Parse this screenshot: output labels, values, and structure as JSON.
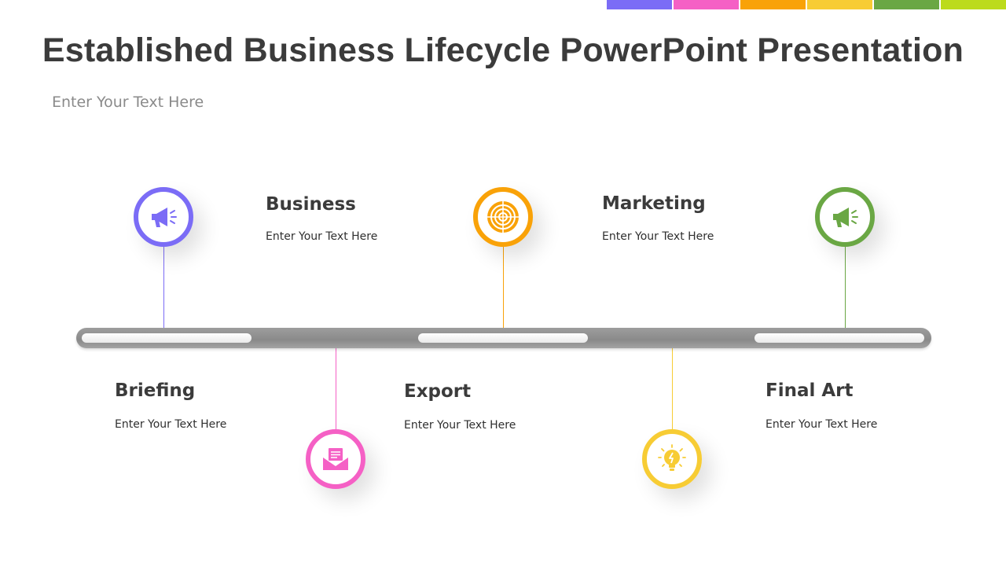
{
  "slide": {
    "title": "Established Business Lifecycle PowerPoint Presentation",
    "subtitle": "Enter Your Text Here"
  },
  "color_bar": [
    "#7b6cf6",
    "#f560c5",
    "#f9a208",
    "#f7cc34",
    "#6aa744",
    "#bcdb1c"
  ],
  "stages": [
    {
      "heading": "Briefing",
      "text": "Enter Your Text Here",
      "color": "#7b6cf6",
      "icon": "megaphone-icon"
    },
    {
      "heading": "Business",
      "text": "Enter Your Text Here",
      "color": "#f560c5",
      "icon": "envelope-icon"
    },
    {
      "heading": "Export",
      "text": "Enter Your Text Here",
      "color": "#f9a208",
      "icon": "target-icon"
    },
    {
      "heading": "Marketing",
      "text": "Enter Your Text Here",
      "color": "#f7cc34",
      "icon": "lightbulb-icon"
    },
    {
      "heading": "Final Art",
      "text": "Enter Your Text Here",
      "color": "#6aa744",
      "icon": "megaphone-icon"
    }
  ]
}
